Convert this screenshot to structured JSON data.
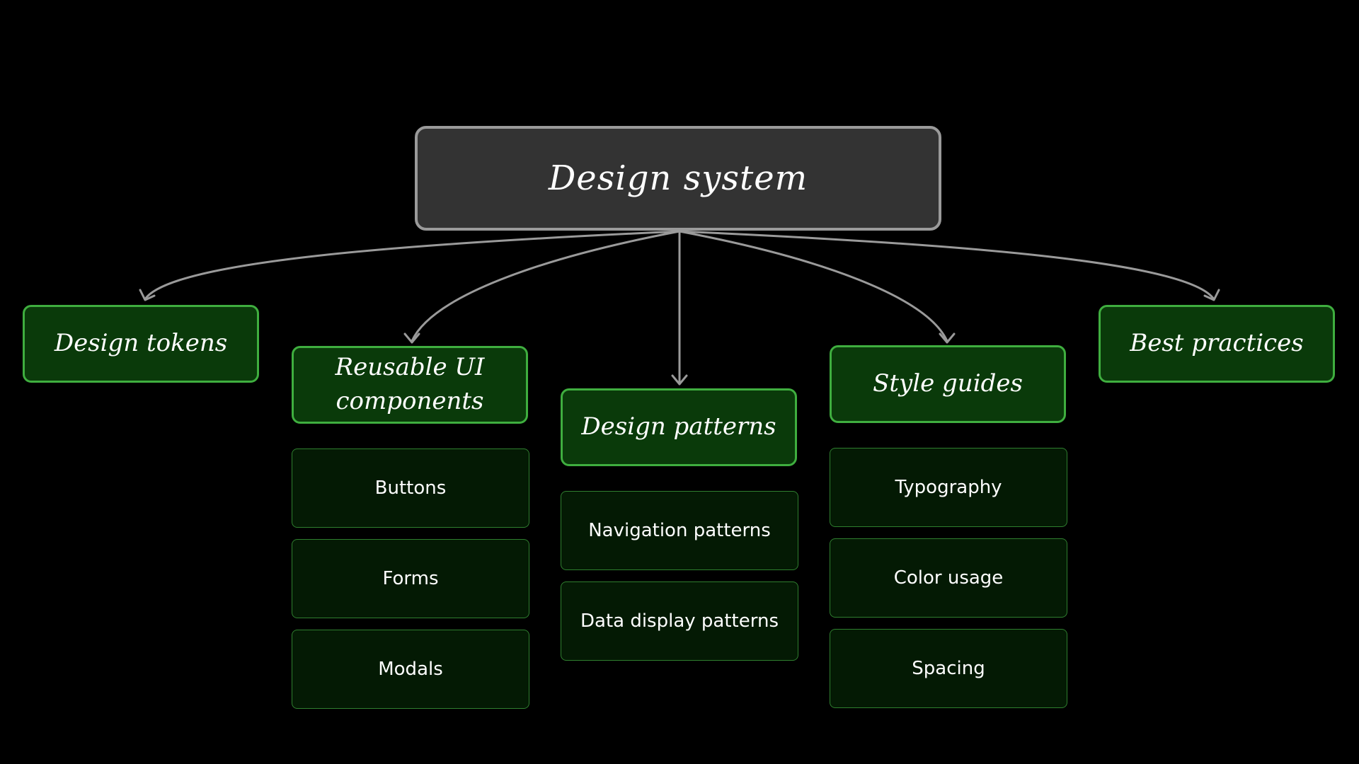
{
  "root": {
    "label": "Design system"
  },
  "categories": [
    {
      "label": "Design tokens"
    },
    {
      "label": "Reusable UI components"
    },
    {
      "label": "Design patterns"
    },
    {
      "label": "Style guides"
    },
    {
      "label": "Best practices"
    }
  ],
  "leaves": {
    "reusable_ui_components": [
      "Buttons",
      "Forms",
      "Modals"
    ],
    "design_patterns": [
      "Navigation patterns",
      "Data display patterns"
    ],
    "style_guides": [
      "Typography",
      "Color usage",
      "Spacing"
    ]
  },
  "colors": {
    "background": "#000000",
    "root_fill": "#333333",
    "root_border": "#9a9a9a",
    "category_fill": "#0a3a0a",
    "category_border": "#3fae3f",
    "leaf_fill": "#041a04",
    "leaf_border": "#2f7f2f",
    "connector": "#9a9a9a",
    "text": "#ffffff"
  }
}
